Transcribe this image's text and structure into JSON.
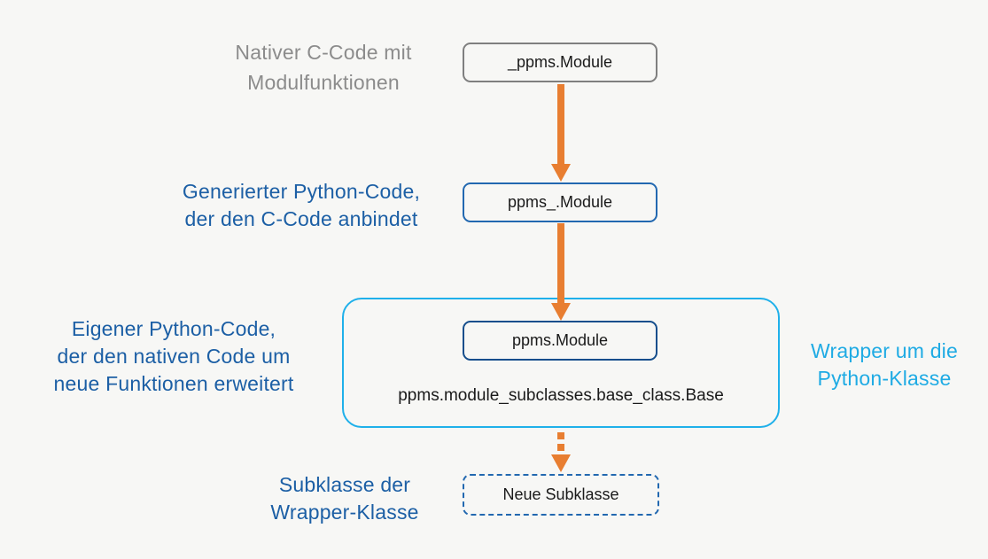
{
  "canvas": {
    "background": "#f7f7f5"
  },
  "palette": {
    "arrow_orange": "#e87e31",
    "gray_text": "#8c8c8c",
    "gray_border": "#7f7f7f",
    "dark_blue_text": "#1c5fa5",
    "medium_blue_border": "#2268b0",
    "navy_border": "#154e8c",
    "cyan_accent": "#1fb0ea"
  },
  "stages": {
    "native": {
      "label_line1": "Nativer C-Code mit",
      "label_line2": "Modulfunktionen",
      "box": "_ppms.Module"
    },
    "generated": {
      "label_line1": "Generierter Python-Code,",
      "label_line2": "der den C-Code anbindet",
      "box": "ppms_.Module"
    },
    "wrapper": {
      "label_line1": "Eigener Python-Code,",
      "label_line2": "der den nativen Code um",
      "label_line3": "neue Funktionen erweitert",
      "box": "ppms.Module",
      "base_class": "ppms.module_subclasses.base_class.Base",
      "right_label_line1": "Wrapper um die",
      "right_label_line2": "Python-Klasse"
    },
    "subclass": {
      "label_line1": "Subklasse der",
      "label_line2": "Wrapper-Klasse",
      "box": "Neue Subklasse"
    }
  }
}
